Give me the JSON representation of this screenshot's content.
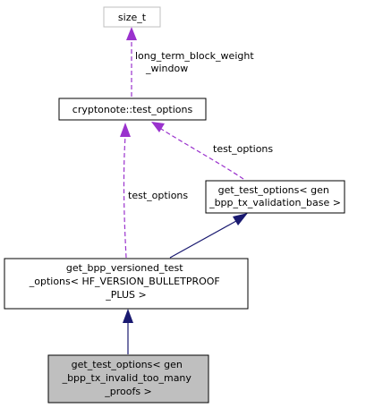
{
  "nodes": {
    "size_t": {
      "lines": [
        "size_t"
      ]
    },
    "test_options": {
      "lines": [
        "cryptonote::test_options"
      ]
    },
    "get_test_options_validation": {
      "lines": [
        "get_test_options< gen",
        "_bpp_tx_validation_base >"
      ]
    },
    "versioned": {
      "lines": [
        "get_bpp_versioned_test",
        "_options< HF_VERSION_BULLETPROOF",
        "_PLUS >"
      ]
    },
    "current": {
      "lines": [
        "get_test_options< gen",
        "_bpp_tx_invalid_too_many",
        "_proofs >"
      ]
    }
  },
  "edge_labels": {
    "size_t_to_test_options": [
      "long_term_block_weight",
      "_window"
    ],
    "test_options_to_validation": [
      "test_options"
    ],
    "test_options_to_versioned": [
      "test_options"
    ]
  },
  "colors": {
    "inheritance_edge": "#191970",
    "usage_edge": "#9a32cd",
    "current_fill": "#bfbfbf",
    "grey_border": "#bfbfbf"
  }
}
